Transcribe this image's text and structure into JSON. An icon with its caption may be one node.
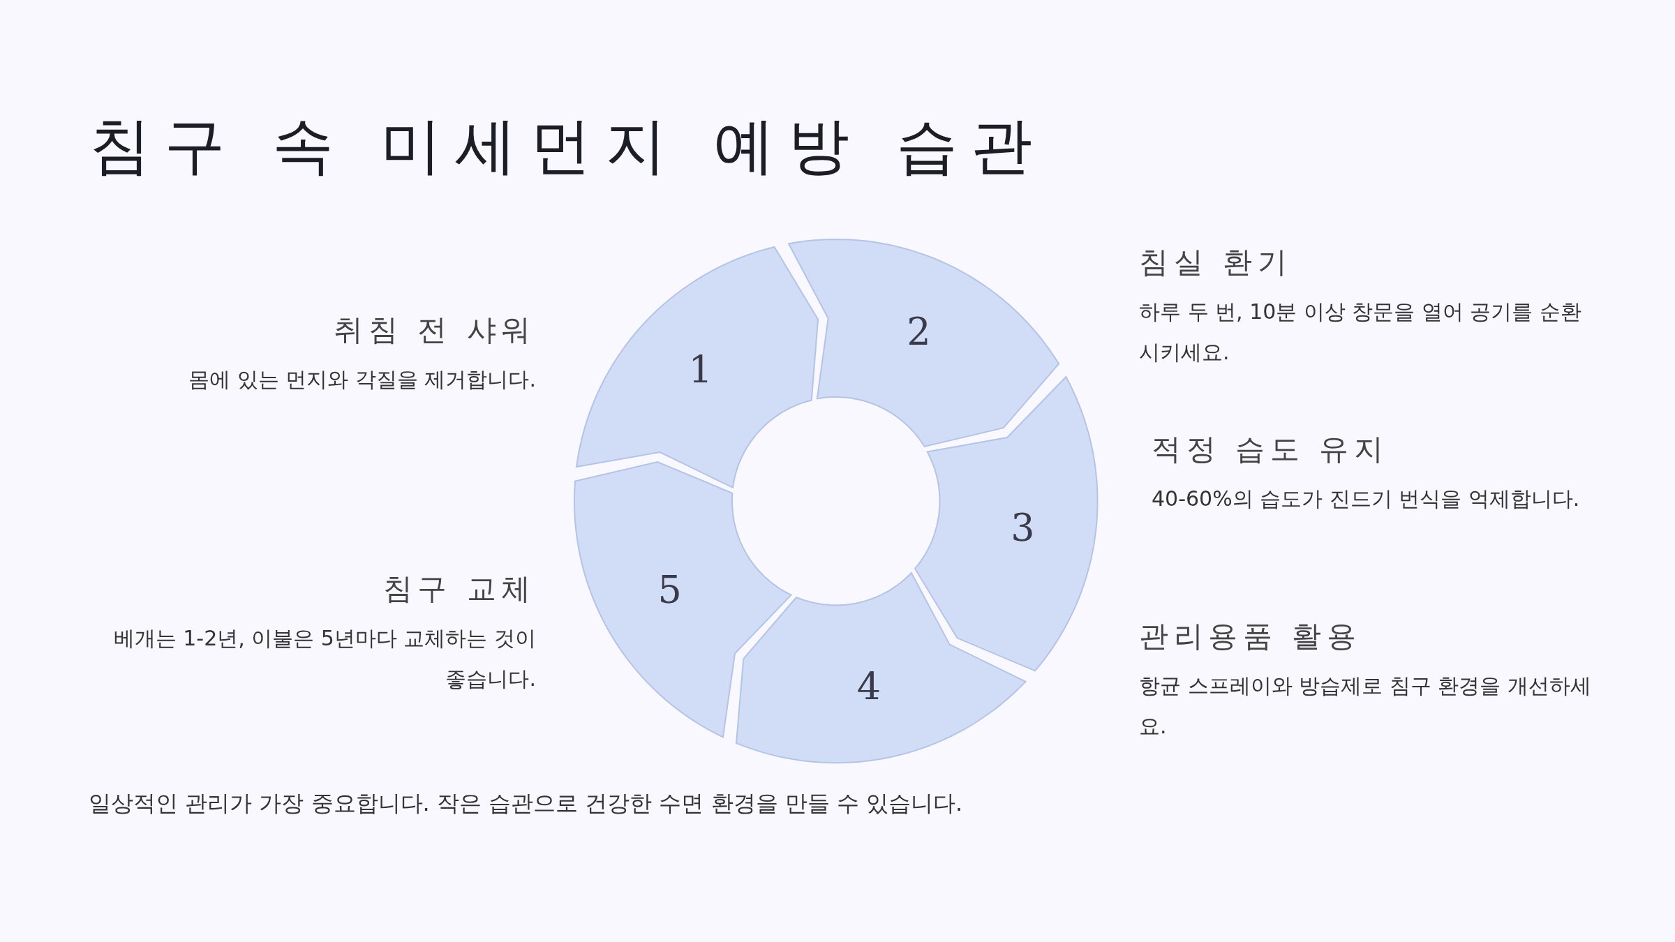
{
  "diagram": {
    "title": "침구 속 미세먼지 예방 습관",
    "caption": "일상적인 관리가 가장 중요합니다. 작은 습관으로 건강한 수면 환경을 만들 수 있습니다.",
    "nodes": [
      {
        "text": [
          "1"
        ],
        "beside": [
          "취침 전 샤워",
          "몸에 있는 먼지와 각질을 제거합니다."
        ]
      },
      {
        "text": [
          "2"
        ],
        "beside": [
          "침실 환기",
          "하루 두 번, 10분 이상 창문을 열어 공기를 순환시키세요."
        ]
      },
      {
        "text": [
          "3"
        ],
        "beside": [
          "적정 습도 유지",
          "40-60%의 습도가 진드기 번식을 억제합니다."
        ]
      },
      {
        "text": [
          "4"
        ],
        "beside": [
          "관리용품 활용",
          "항균 스프레이와 방습제로 침구 환경을 개선하세요."
        ]
      },
      {
        "text": [
          "5"
        ],
        "beside": [
          "침구 교체",
          "베개는 1-2년, 이불은 5년마다 교체하는 것이 좋습니다."
        ]
      }
    ]
  }
}
